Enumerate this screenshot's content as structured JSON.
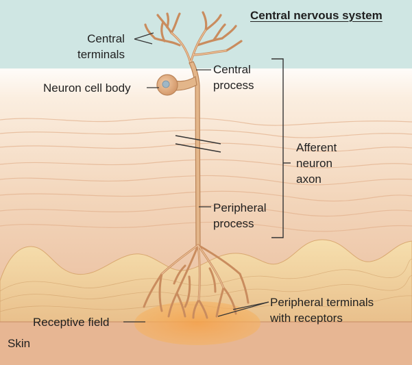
{
  "title": "Central nervous system",
  "labels": {
    "central_terminals": [
      "Central",
      "terminals"
    ],
    "neuron_cell_body": "Neuron cell body",
    "central_process": [
      "Central",
      "process"
    ],
    "afferent_neuron_axon": [
      "Afferent",
      "neuron",
      "axon"
    ],
    "peripheral_process": [
      "Peripheral",
      "process"
    ],
    "peripheral_terminals": [
      "Peripheral terminals",
      "with receptors"
    ],
    "receptive_field": "Receptive field",
    "skin": "Skin"
  },
  "colors": {
    "cns_band": "#cfe6e3",
    "neuron": "#e3b68a",
    "neuron_outline": "#b98357",
    "nucleus": "#9fb7c6",
    "skin_upper": "#f6dcc3",
    "skin_lower": "#e8b896",
    "epidermis": "#f1d39b",
    "receptive_field": "#f2a650"
  }
}
